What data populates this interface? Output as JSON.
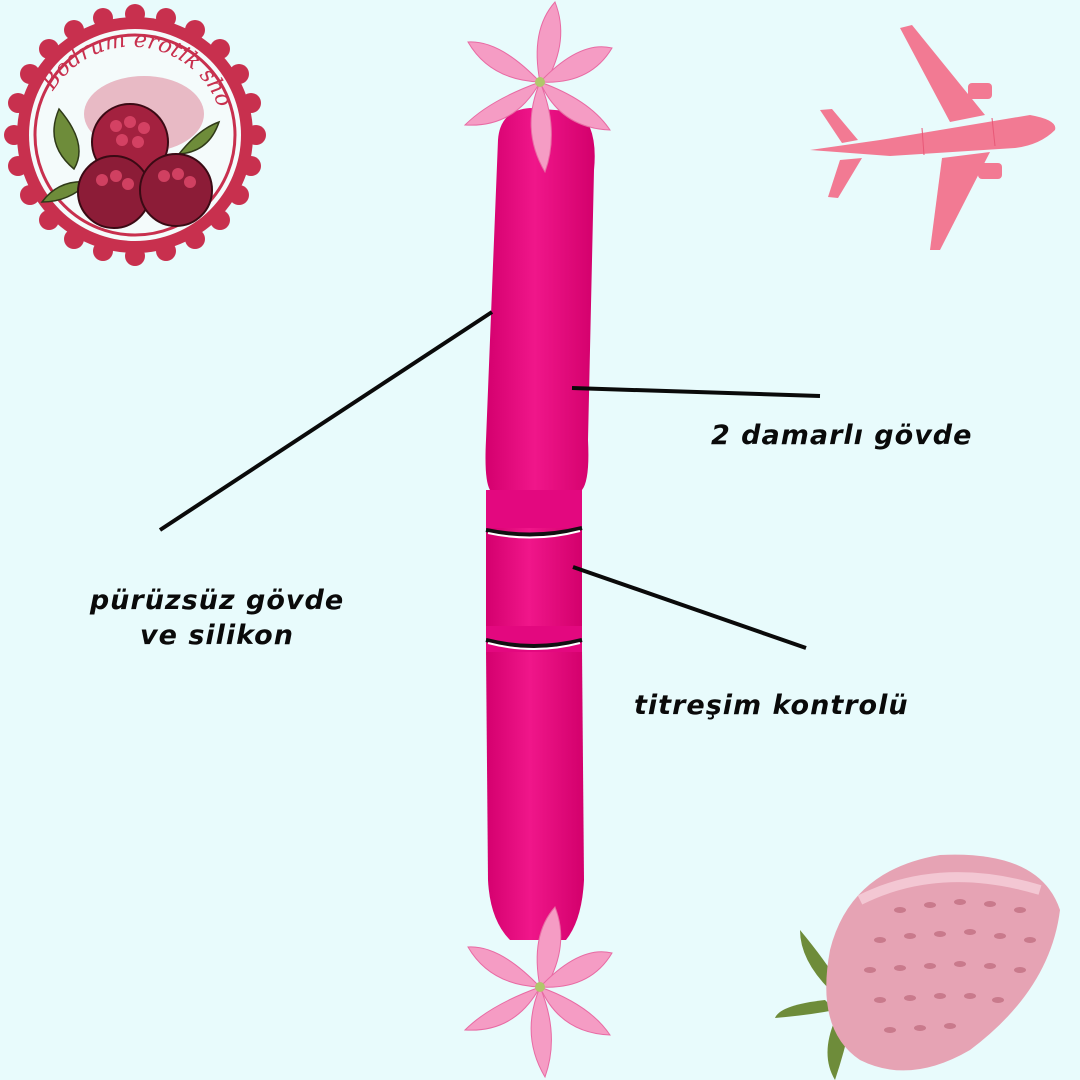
{
  "logo": {
    "text": "Bodrum erotik shop",
    "ring_color": "#c8304e",
    "icon": "raspberry-icon"
  },
  "callouts": [
    {
      "id": "smooth-body",
      "lines": [
        "pürüzsüz gövde",
        "ve silikon"
      ]
    },
    {
      "id": "veined-body",
      "lines": [
        "2 damarlı gövde"
      ]
    },
    {
      "id": "vibration-control",
      "lines": [
        "titreşim kontrolü"
      ]
    }
  ],
  "decorations": {
    "airplane": "airplane-icon",
    "lily_top": "lily-flower-icon",
    "lily_bottom": "lily-flower-icon",
    "strawberry": "strawberry-icon"
  },
  "colors": {
    "background": "#e8fbfc",
    "product": "#e3087f",
    "airplane": "#f27a93",
    "lily": "#f59cc4",
    "strawberry": "#e6a3b4",
    "leaf": "#6e8c3a",
    "text": "#0a0a0a"
  }
}
